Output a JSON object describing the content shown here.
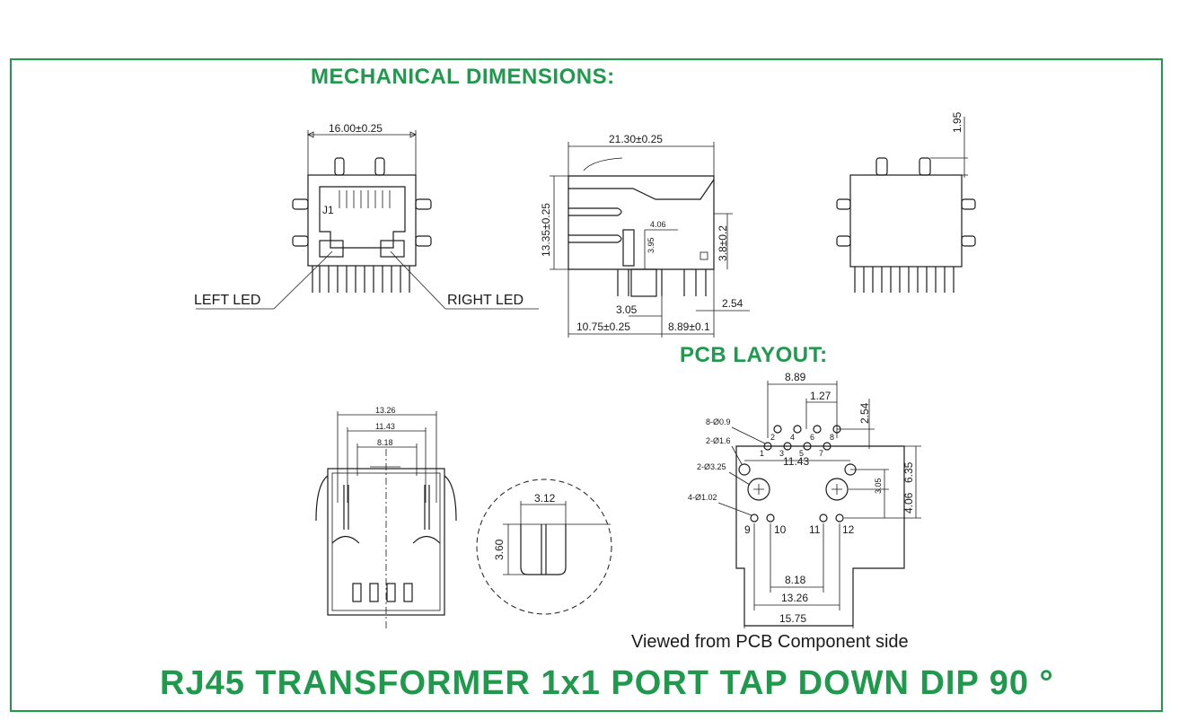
{
  "headings": {
    "mechanical": "MECHANICAL DIMENSIONS:",
    "pcb": "PCB LAYOUT:",
    "main": "RJ45 TRANSFORMER 1x1 PORT TAP DOWN DIP 90 °",
    "viewed": "Viewed from PCB Component side"
  },
  "front_view": {
    "width_dim": "16.00±0.25",
    "port_label": "J1",
    "left_led": "LEFT  LED",
    "right_led": "RIGHT  LED"
  },
  "side_view": {
    "length_dim": "21.30±0.25",
    "height_dim": "13.35±0.25",
    "pin_offset": "4.06",
    "pin_offset_v": "3.95",
    "standoff": "3.8±0.2",
    "pitch_3": "3.05",
    "pitch_254": "2.54",
    "dim_front": "10.75±0.25",
    "dim_rear": "8.89±0.1"
  },
  "rear_view": {
    "tab_height": "1.95"
  },
  "bottom_view": {
    "dim_a": "13.26",
    "dim_b": "11.43",
    "dim_c": "8.18"
  },
  "detail_view": {
    "width": "3.12",
    "height": "3.60"
  },
  "pcb_layout": {
    "pitch_row": "8.89",
    "pitch_pin": "1.27",
    "row_offset": "2.54",
    "hole_small": "8-Ø0.9",
    "hole_led": "2-Ø1.6",
    "hole_mount": "2-Ø3.25",
    "hole_shield": "4-Ø1.02",
    "span_led": "11.43",
    "dim_305": "3.05",
    "dim_635": "6.35",
    "dim_406": "4.06",
    "span_818": "8.18",
    "span_1326": "13.26",
    "span_1575": "15.75",
    "pin_numbers_top": [
      "2",
      "4",
      "6",
      "8"
    ],
    "pin_numbers_bottom": [
      "1",
      "3",
      "5",
      "7"
    ],
    "shield_pins": [
      "9",
      "10",
      "11",
      "12"
    ]
  },
  "colors": {
    "accent": "#1f9a4d",
    "line": "#1a1a1a"
  }
}
